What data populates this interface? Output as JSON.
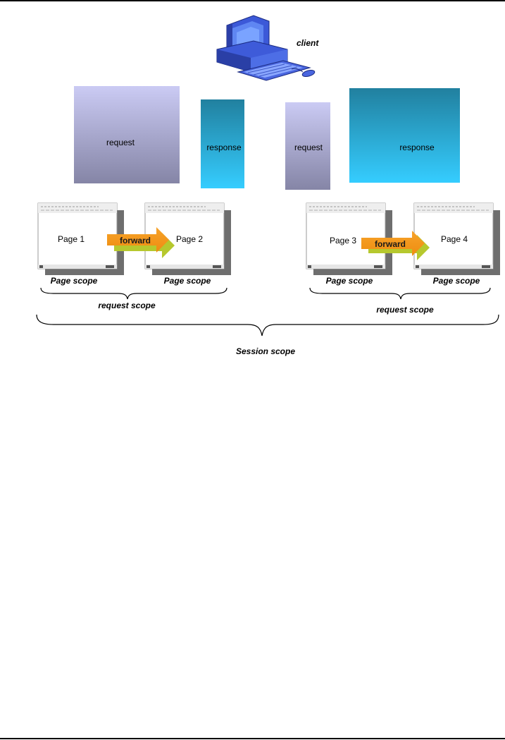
{
  "diagram": {
    "client_label": "client",
    "boxes": {
      "request_1": "request",
      "response_1": "response",
      "request_2": "request",
      "response_2": "response"
    },
    "pages": {
      "page_1": "Page 1",
      "page_2": "Page 2",
      "page_3": "Page 3",
      "page_4": "Page 4"
    },
    "forward_label_1": "forward",
    "forward_label_2": "forward",
    "page_scope_1": "Page scope",
    "page_scope_2": "Page scope",
    "page_scope_3": "Page scope",
    "page_scope_4": "Page scope",
    "request_scope_1": "request scope",
    "request_scope_2": "request scope",
    "session_scope": "Session scope"
  },
  "colors": {
    "request_top": "#c9c9f2",
    "request_bottom": "#8a8aaa",
    "response_top": "#2283a6",
    "response_bottom": "#33ccff",
    "arrow_orange": "#f39a1f",
    "arrow_green": "#b8c832",
    "page_shadow": "#6e6e6e"
  }
}
